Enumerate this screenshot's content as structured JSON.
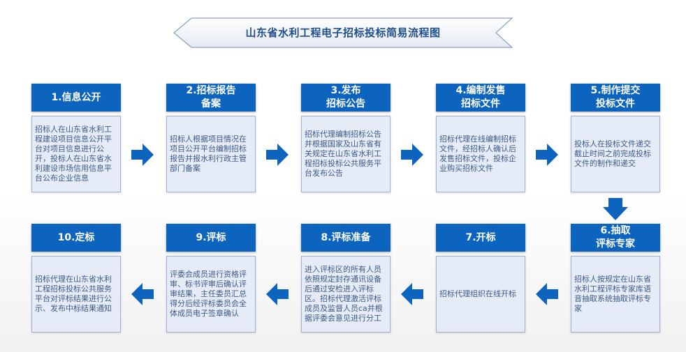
{
  "title": "山东省水利工程电子招标投标简易流程图",
  "colors": {
    "header": "#0c64bf",
    "body_bg": "#e6ecf7",
    "body_text": "#3c5a86",
    "title": "#1f4f8c"
  },
  "steps": [
    {
      "label": "1.信息公开",
      "text": "招标人在山东省水利工程建设项目信息公开平台对项目信息进行公开，投标人在山东省水利建设市场信用信息平台公布企业信息"
    },
    {
      "label": "2.招标报告\n备案",
      "text": "招标人根据项目情况在项目公开平台编制招标报告并报水利行政主管部门备案"
    },
    {
      "label": "3.发布\n招标公告",
      "text": "招标代理编制招标公告并根据国家及山东省有关规定在山东省水利工程招标投标公共服务平台发布公告"
    },
    {
      "label": "4.编制发售\n招标文件",
      "text": "招标代理在线编制招标文件，经招标人确认后发售招标文件，投标企业购买招标文件"
    },
    {
      "label": "5.制作提交\n投标文件",
      "text": "投标人在投标文件递交截止时间之前完成投标文件的制作和递交"
    },
    {
      "label": "6.抽取\n评标专家",
      "text": "招标人按规定在山东省水利工程评标专家库语音抽取系统抽取评标专家"
    },
    {
      "label": "7.开标",
      "text": "招标代理组织在线开标"
    },
    {
      "label": "8.评标准备",
      "text": "进入评标区的所有人员依照规定封存通讯设备后通过安检进入评标区。招标代理激活评标成员及监督人员ca并根据评委会意见进行分工"
    },
    {
      "label": "9.评标",
      "text": "评委会成员进行资格评审、标书评审后确认评审结果，主任委员汇总得分后经评标委员会全体成员电子签章确认"
    },
    {
      "label": "10.定标",
      "text": "招标代理在山东省水利工程招标投标公共服务平台对评标结果进行公示、发布中标结果通知"
    }
  ]
}
